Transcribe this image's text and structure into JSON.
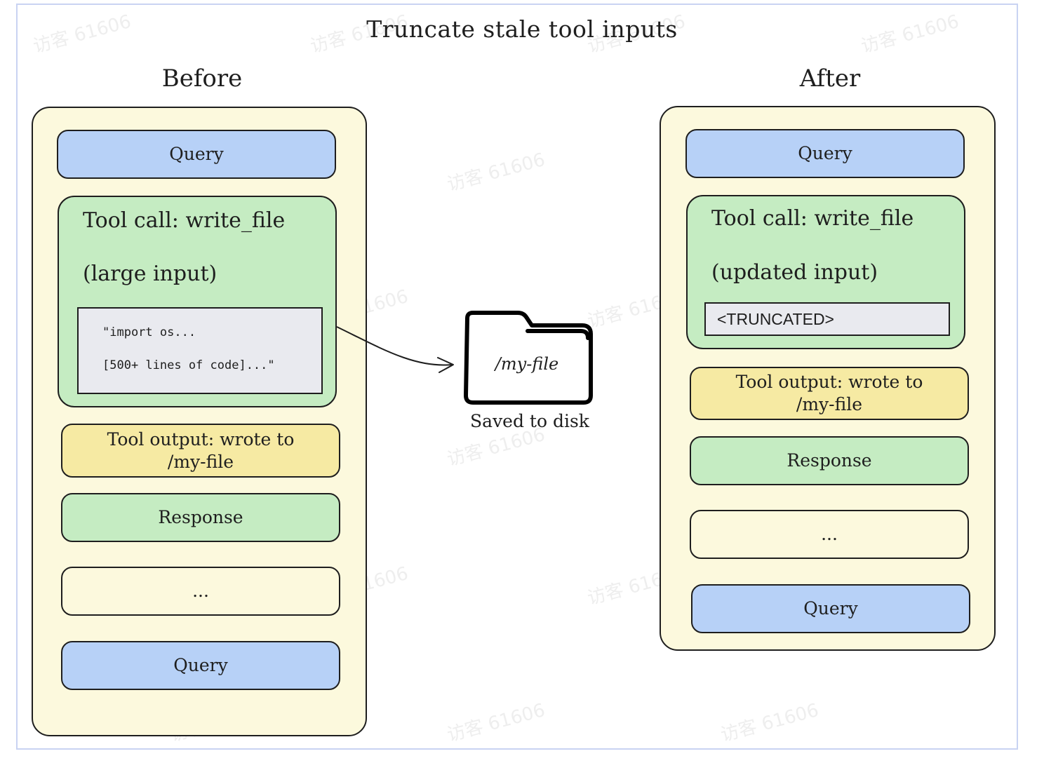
{
  "title": "Truncate stale tool inputs",
  "before": {
    "heading": "Before",
    "query_top": "Query",
    "tool_call_title": "Tool call: write_file",
    "tool_call_subtitle": "(large input)",
    "code_line_1": "\"import os...",
    "code_line_2": "[500+ lines of code]...\"",
    "tool_output_line_1": "Tool output: wrote to",
    "tool_output_line_2": "/my-file",
    "response": "Response",
    "ellipsis": "...",
    "query_bottom": "Query"
  },
  "after": {
    "heading": "After",
    "query_top": "Query",
    "tool_call_title": "Tool call: write_file",
    "tool_call_subtitle": "(updated input)",
    "truncated": "<TRUNCATED>",
    "tool_output_line_1": "Tool output: wrote to",
    "tool_output_line_2": "/my-file",
    "response": "Response",
    "ellipsis": "...",
    "query_bottom": "Query"
  },
  "file": {
    "label": "/my-file",
    "caption": "Saved to disk",
    "icon": "folder-icon"
  },
  "watermark": "访客 61606",
  "colors": {
    "panel": "#fcf9dd",
    "query": "#b7d1f7",
    "tool_call": "#c5ecc2",
    "tool_output": "#f6eaa3",
    "code": "#e9eaef",
    "frame": "#c9d3f2"
  }
}
